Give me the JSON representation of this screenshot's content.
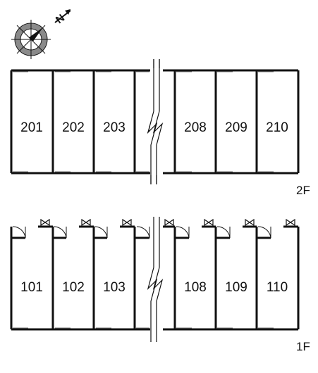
{
  "compass": {
    "north_letter": "N",
    "icon": "compass-rose-icon"
  },
  "floors": [
    {
      "label": "2F",
      "units": [
        "201",
        "202",
        "203",
        "208",
        "209",
        "210"
      ]
    },
    {
      "label": "1F",
      "units": [
        "101",
        "102",
        "103",
        "108",
        "109",
        "110"
      ]
    }
  ],
  "colors": {
    "line": "#111111",
    "compass_gray": "#888888",
    "background": "#ffffff"
  }
}
